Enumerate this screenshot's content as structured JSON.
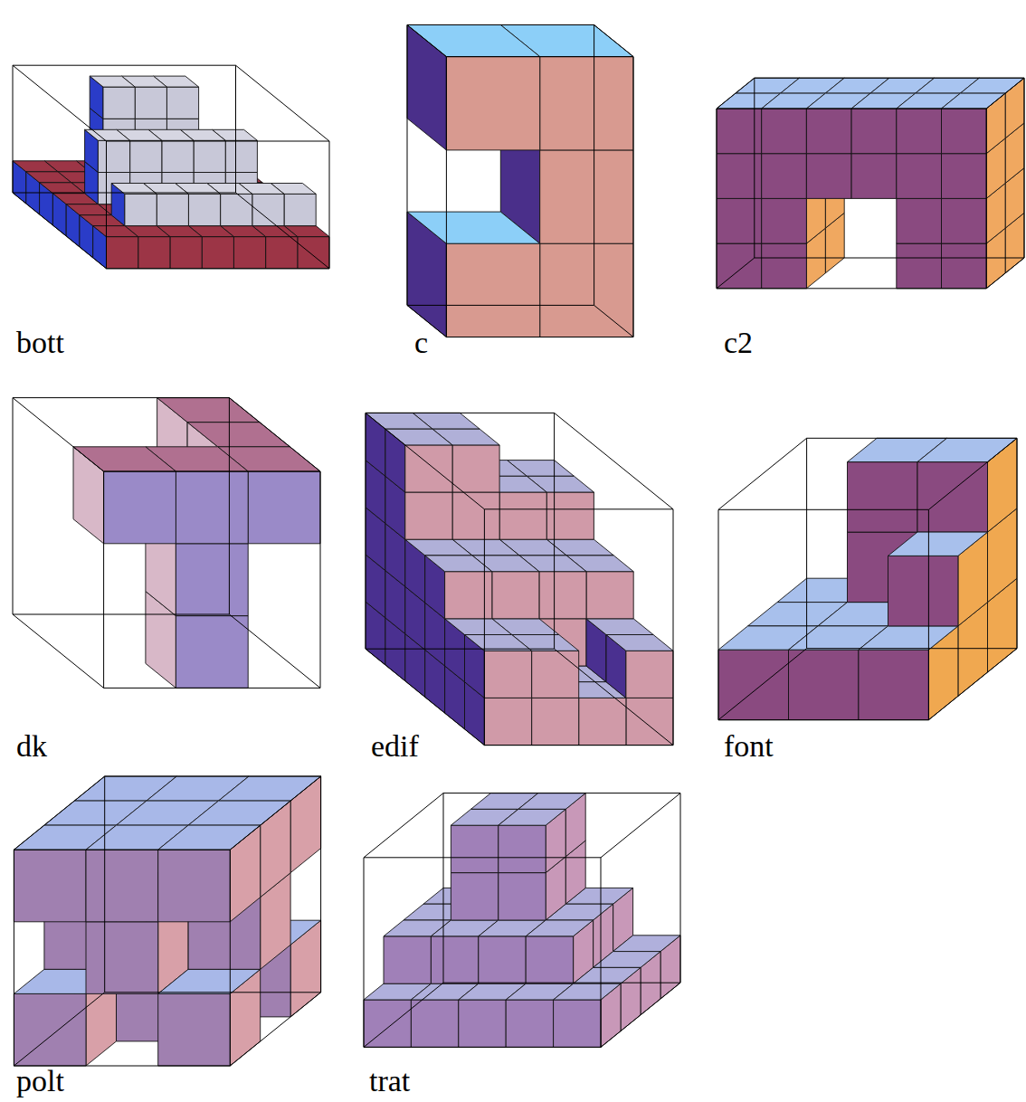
{
  "diagram": {
    "labels": [
      "bott",
      "c",
      "c2",
      "dk",
      "edif",
      "font",
      "polt",
      "trat"
    ]
  }
}
